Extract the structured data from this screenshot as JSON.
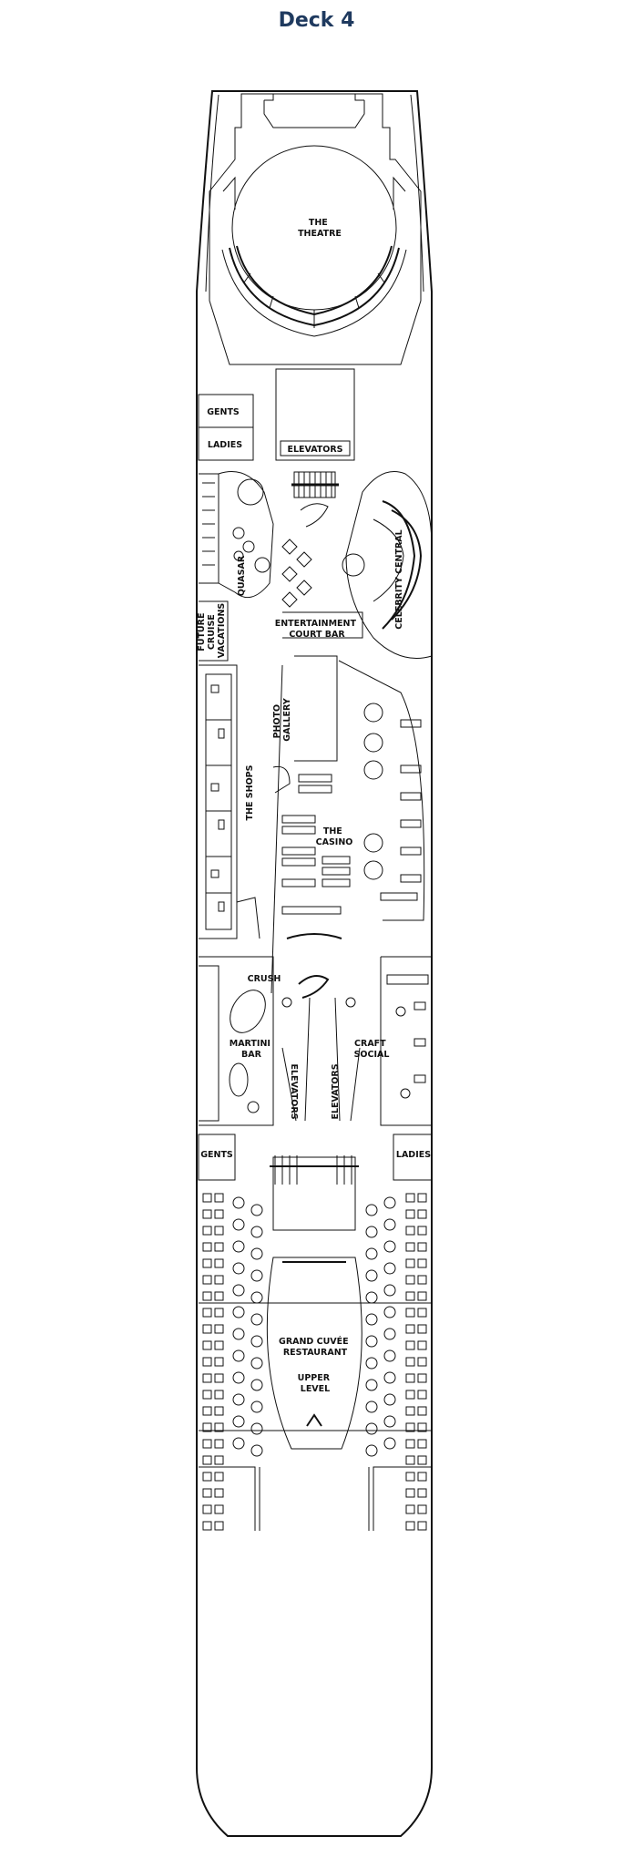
{
  "page": {
    "title": "Deck 4",
    "title_color": "#1f3a5f"
  },
  "labels": {
    "theatre": [
      "THE",
      "THEATRE"
    ],
    "gents_fwd": "GENTS",
    "ladies_fwd": "LADIES",
    "elevators_fwd": "ELEVATORS",
    "quasar": "QUASAR",
    "celebrity_central": "CELEBRITY CENTRAL",
    "future_cruise": [
      "FUTURE",
      "CRUISE",
      "VACATIONS"
    ],
    "entertainment_court": [
      "ENTERTAINMENT",
      "COURT BAR"
    ],
    "photo_gallery": [
      "PHOTO",
      "GALLERY"
    ],
    "the_shops": "THE SHOPS",
    "the_casino": [
      "THE",
      "CASINO"
    ],
    "crush": "CRUSH",
    "martini_bar": [
      "MARTINI",
      "BAR"
    ],
    "craft_social": [
      "CRAFT",
      "SOCIAL"
    ],
    "elevators_port": "ELEVATORS",
    "elevators_stbd": "ELEVATORS",
    "gents_aft": "GENTS",
    "ladies_aft": "LADIES",
    "grand_cuvee": [
      "GRAND CUVÉE",
      "RESTAURANT"
    ],
    "upper_level": [
      "UPPER",
      "LEVEL"
    ]
  }
}
